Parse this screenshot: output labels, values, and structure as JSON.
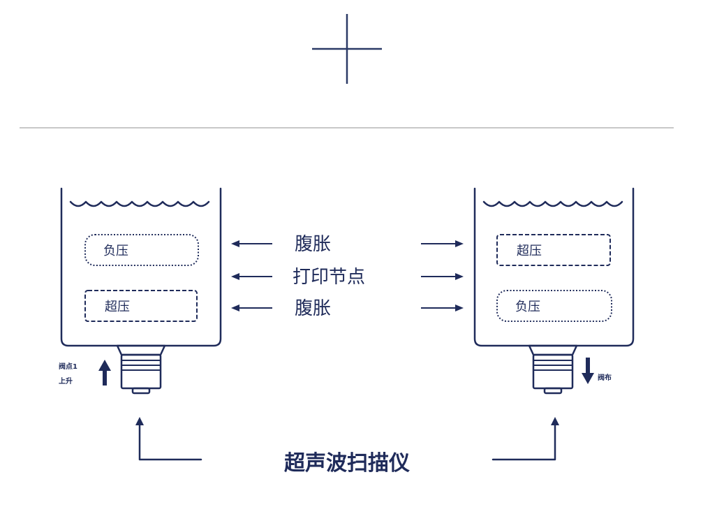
{
  "labels": {
    "left_tank_top_box": "负压",
    "left_tank_bottom_box": "超压",
    "right_tank_top_box": "超压",
    "right_tank_bottom_box": "负压",
    "middle_top": "腹胀",
    "middle_center": "打印节点",
    "middle_bottom": "腹胀",
    "left_valve_line1": "阀点1",
    "left_valve_line2": "上升",
    "right_valve": "阀布",
    "scanner": "超声波扫描仪"
  },
  "colors": {
    "stroke": "#1f2b5a",
    "divider": "#c8c8c8"
  },
  "icons": {
    "top": "plus-icon",
    "left_valve_direction": "arrow-up-icon",
    "right_valve_direction": "arrow-down-icon"
  }
}
